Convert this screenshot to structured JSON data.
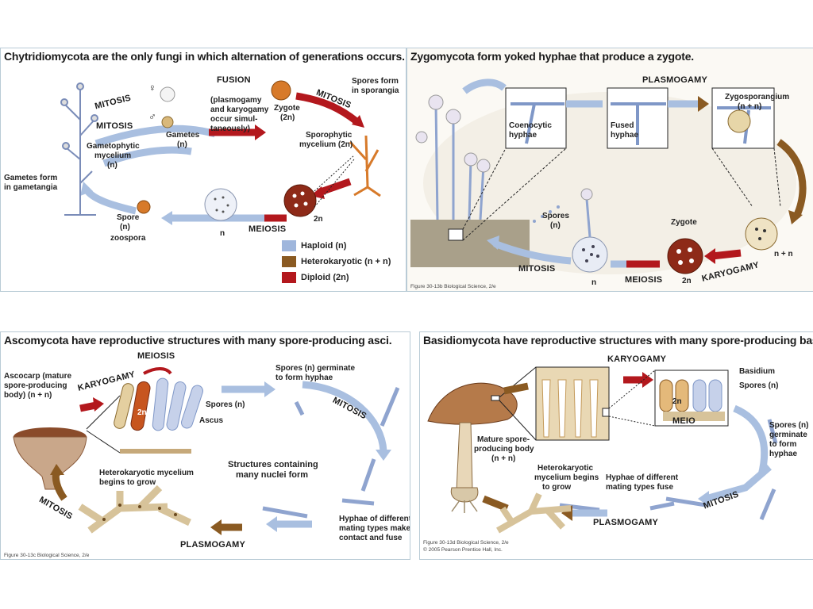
{
  "colors": {
    "haploid": "#9fb6dc",
    "heterokaryotic": "#8a5a22",
    "diploid": "#b3181d",
    "panel_border": "#b9cbd6",
    "arrow_blue": "#a9bfe0"
  },
  "chytrid": {
    "title": "Chytridiomycota are the only fungi in which alternation of generations occurs.",
    "mitosis_1": "MITOSIS",
    "mitosis_2": "MITOSIS",
    "fusion": "FUSION",
    "fusion_note_1": "(plasmogamy",
    "fusion_note_2": "and karyogamy",
    "fusion_note_3": "occur simul-",
    "fusion_note_4": "taneously)",
    "zygote_1": "Zygote",
    "zygote_2": "(2n)",
    "mitosis_3": "MITOSIS",
    "spores_form_1": "Spores form",
    "spores_form_2": "in sporangia",
    "sporophytic_1": "Sporophytic",
    "sporophytic_2": "mycelium (2n)",
    "gametes_1": "Gametes",
    "gametes_2": "(n)",
    "gametophytic_1": "Gametophytic",
    "gametophytic_2": "mycelium",
    "gametophytic_3": "(n)",
    "gametes_form_1": "Gametes form",
    "gametes_form_2": "in gametangia",
    "spore_1": "Spore",
    "spore_2": "(n)",
    "zoospora": "zoospora",
    "n_label": "n",
    "meiosis": "MEIOSIS",
    "two_n": "2n",
    "female_symbol": "♀",
    "male_symbol": "♂"
  },
  "legend": [
    {
      "label": "Haploid (n)",
      "color": "#9fb6dc"
    },
    {
      "label": "Heterokaryotic (n + n)",
      "color": "#8a5a22"
    },
    {
      "label": "Diploid (2n)",
      "color": "#b3181d"
    }
  ],
  "zygo": {
    "title": "Zygomycota form yoked hyphae that produce a zygote.",
    "plasmogamy": "PLASMOGAMY",
    "coenocytic_1": "Coenocytic",
    "coenocytic_2": "hyphae",
    "fused_1": "Fused",
    "fused_2": "hyphae",
    "zygosporangium_1": "Zygosporangium",
    "zygosporangium_2": "(n + n)",
    "spores_1": "Spores",
    "spores_2": "(n)",
    "zygote": "Zygote",
    "n_plus_n": "n + n",
    "karyogamy": "KARYOGAMY",
    "meiosis": "MEIOSIS",
    "two_n": "2n",
    "n_label": "n",
    "mitosis": "MITOSIS",
    "credit": "Figure 30-13b Biological Science, 2/e"
  },
  "asco": {
    "title": "Ascomycota have reproductive structures with many spore-producing asci.",
    "meiosis": "MEIOSIS",
    "karyogamy": "KARYOGAMY",
    "ascocarp_1": "Ascocarp (mature",
    "ascocarp_2": "spore-producing",
    "ascocarp_3": "body) (n + n)",
    "two_n": "2n",
    "spores_n": "Spores (n)",
    "ascus": "Ascus",
    "spores_germ_1": "Spores (n) germinate",
    "spores_germ_2": "to form hyphae",
    "mitosis_r": "MITOSIS",
    "hetero_1": "Heterokaryotic mycelium",
    "hetero_2": "begins to grow",
    "structures_1": "Structures containing",
    "structures_2": "many nuclei form",
    "mitosis_l": "MITOSIS",
    "hyphae_1": "Hyphae of different",
    "hyphae_2": "mating types make",
    "hyphae_3": "contact and fuse",
    "plasmogamy": "PLASMOGAMY",
    "credit": "Figure 30-13c Biological Science, 2/e"
  },
  "basidio": {
    "title": "Basidiomycota have reproductive structures with many spore-producing basidia.",
    "karyogamy": "KARYOGAMY",
    "basidium": "Basidium",
    "spores_n": "Spores (n)",
    "two_n": "2n",
    "meio": "MEIO",
    "spores_germ_1": "Spores (n)",
    "spores_germ_2": "germinate",
    "spores_germ_3": "to form",
    "spores_germ_4": "hyphae",
    "mature_1": "Mature spore-",
    "mature_2": "producing body",
    "mature_3": "(n + n)",
    "hetero_1": "Heterokaryotic",
    "hetero_2": "mycelium begins",
    "hetero_3": "to grow",
    "hyphae_1": "Hyphae of different",
    "hyphae_2": "mating types fuse",
    "mitosis": "MITOSIS",
    "plasmogamy": "PLASMOGAMY",
    "credit_1": "Figure 30-13d Biological Science, 2/e",
    "credit_2": "© 2005 Pearson Prentice Hall, Inc."
  }
}
